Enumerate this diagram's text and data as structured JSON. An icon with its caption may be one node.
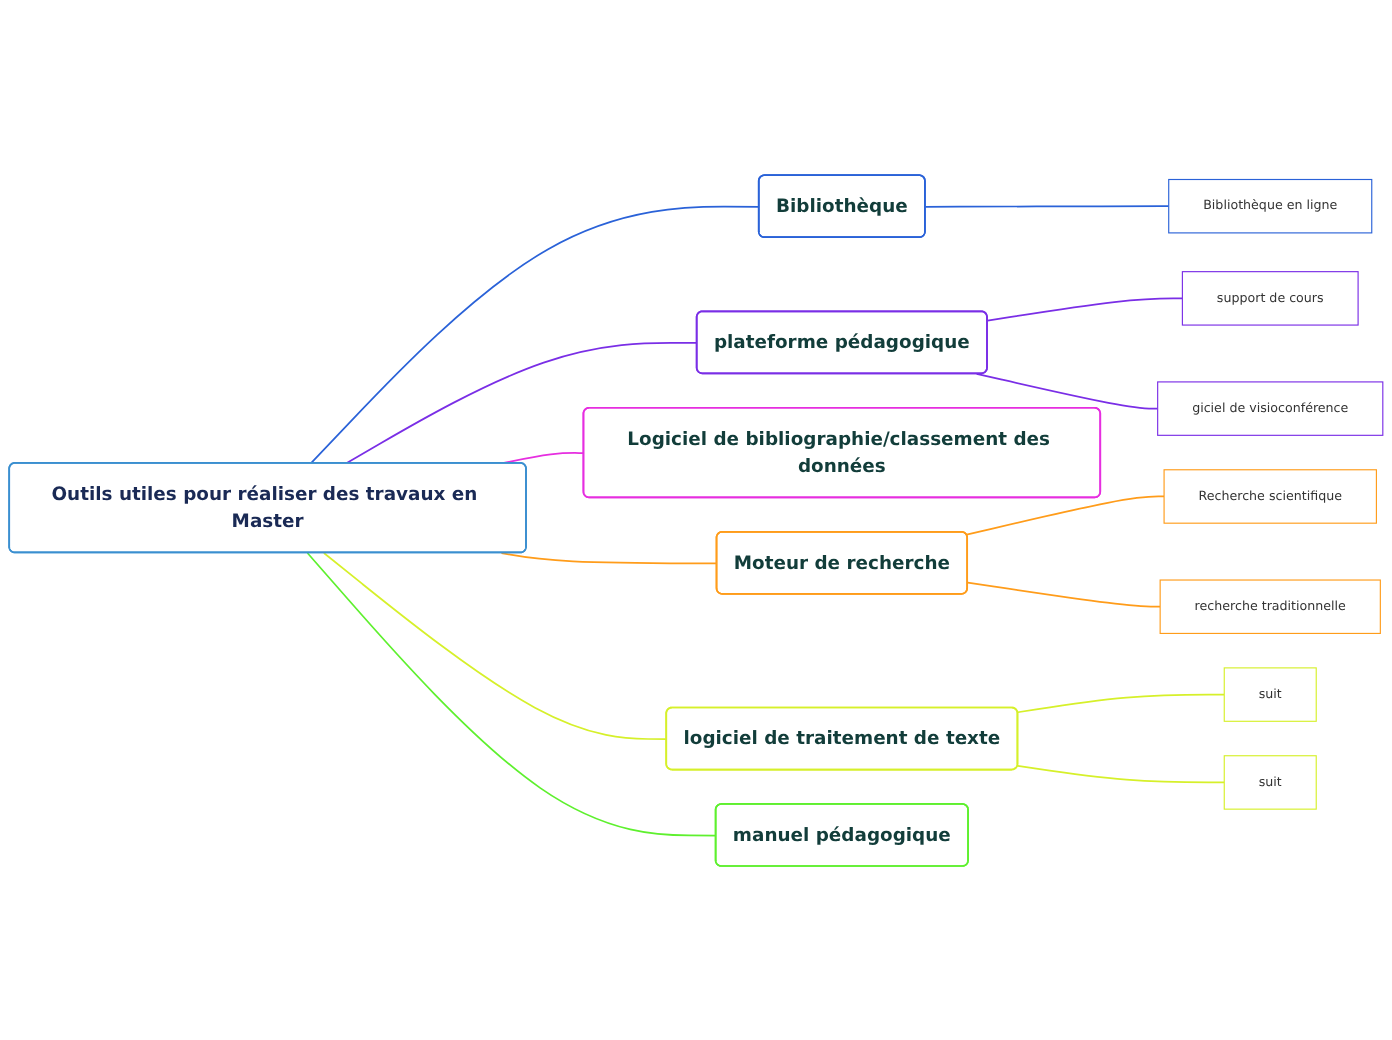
{
  "diagram": {
    "nodes": [
      {
        "text": [
          "Outils utiles pour réaliser des travaux en Master"
        ]
      },
      {
        "text": [
          "Bibliothèque"
        ]
      },
      {
        "text": [
          "Bibliothèque en ligne"
        ]
      },
      {
        "text": [
          "plateforme pédagogique"
        ]
      },
      {
        "text": [
          "support de cours"
        ]
      },
      {
        "text": [
          "giciel de visioconférence"
        ]
      },
      {
        "text": [
          "Logiciel de bibliographie/classement des données"
        ]
      },
      {
        "text": [
          "Moteur de recherche"
        ]
      },
      {
        "text": [
          "Recherche scientifique"
        ]
      },
      {
        "text": [
          "recherche traditionnelle"
        ]
      },
      {
        "text": [
          "logiciel de traitement de texte"
        ]
      },
      {
        "text": [
          "suit"
        ]
      },
      {
        "text": [
          "suit"
        ]
      },
      {
        "text": [
          "manuel pédagogique"
        ]
      }
    ],
    "edges": [
      {
        "from": 0,
        "to": 1,
        "arrow": "none",
        "color": "#2a62d8"
      },
      {
        "from": 1,
        "to": 2,
        "arrow": "none",
        "color": "#2a62d8"
      },
      {
        "from": 0,
        "to": 3,
        "arrow": "none",
        "color": "#7a2ee6"
      },
      {
        "from": 3,
        "to": 4,
        "arrow": "none",
        "color": "#7a2ee6"
      },
      {
        "from": 3,
        "to": 5,
        "arrow": "none",
        "color": "#7a2ee6"
      },
      {
        "from": 0,
        "to": 6,
        "arrow": "none",
        "color": "#e62ee0"
      },
      {
        "from": 0,
        "to": 7,
        "arrow": "none",
        "color": "#ff9c1a"
      },
      {
        "from": 7,
        "to": 8,
        "arrow": "none",
        "color": "#ff9c1a"
      },
      {
        "from": 7,
        "to": 9,
        "arrow": "none",
        "color": "#ff9c1a"
      },
      {
        "from": 0,
        "to": 10,
        "arrow": "none",
        "color": "#d6f02a"
      },
      {
        "from": 10,
        "to": 11,
        "arrow": "none",
        "color": "#d6f02a"
      },
      {
        "from": 10,
        "to": 12,
        "arrow": "none",
        "color": "#d6f02a"
      },
      {
        "from": 0,
        "to": 13,
        "arrow": "none",
        "color": "#5ef02e"
      }
    ]
  }
}
